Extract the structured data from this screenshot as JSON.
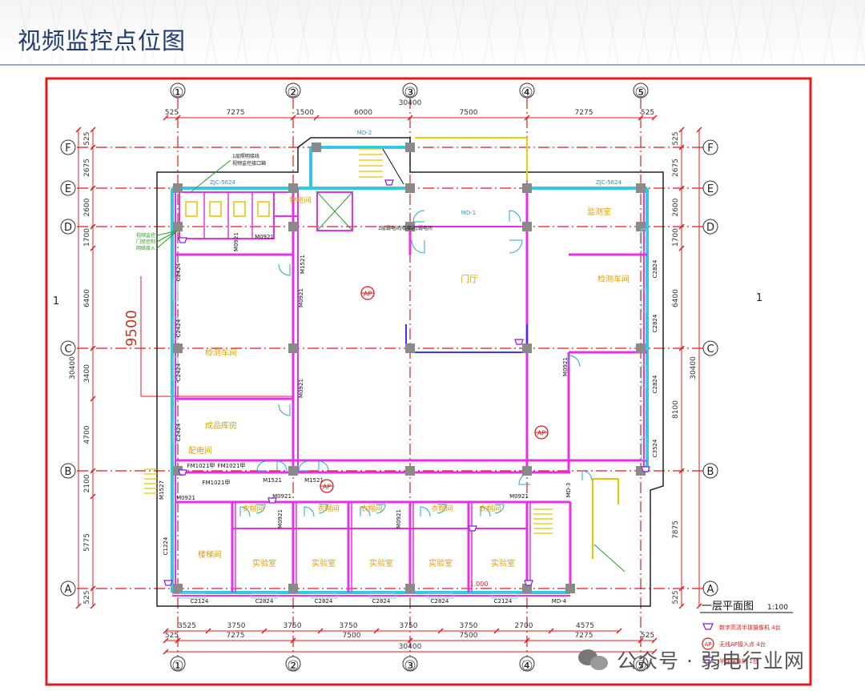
{
  "title": "视频监控点位图",
  "axes": {
    "top_numbers": [
      "①",
      "②",
      "③",
      "④",
      "⑤"
    ],
    "left_letters": [
      "F",
      "E",
      "D",
      "C",
      "B",
      "A"
    ],
    "side_label": "1"
  },
  "dims": {
    "top_overall": "30400",
    "top_segments": [
      "525",
      "7275",
      "1500",
      "6000",
      "7500",
      "7275",
      "525"
    ],
    "bottom_fine": [
      "3525",
      "3750",
      "3750",
      "3750",
      "3750",
      "3750",
      "2700",
      "4575"
    ],
    "bottom_mid": [
      "525",
      "7275",
      "7500",
      "7500",
      "7275",
      "525"
    ],
    "bottom_overall": "30400",
    "left_segments": [
      "525",
      "2675",
      "2600",
      "1700",
      "6400",
      "3400",
      "4700",
      "2100",
      "5775",
      "525"
    ],
    "left_total": "30400",
    "right_segments": [
      "525",
      "2675",
      "2600",
      "1700",
      "6400",
      "8100",
      "7875",
      "525"
    ],
    "right_total": "30400",
    "big_dim": "9500"
  },
  "rooms": {
    "wuyejian": "物电间",
    "mending": "门厅",
    "yandu": "监测室",
    "jiance_r": "检测车间",
    "jiance_l": "检测车间",
    "chengpin": "成品库房",
    "peidian": "配电间",
    "louti": "楼梯间",
    "yiguan": [
      "衣帽间",
      "衣帽间",
      "衣帽间",
      "衣帽间",
      "衣帽间"
    ],
    "shiyan": [
      "实验室",
      "实验室",
      "实验室",
      "实验室",
      "实验室"
    ]
  },
  "codes": {
    "top_windows": [
      "MD-2",
      "ZJC-5624",
      "ZJC-5624",
      "MD-1"
    ],
    "doors_top": [
      "M0921",
      "M0921",
      "M1521"
    ],
    "left_windows": [
      "C2424",
      "C2424",
      "C2424",
      "C2424"
    ],
    "right_windows": [
      "C2824",
      "C2824",
      "C2824",
      "C3524"
    ],
    "mid_doors": [
      "M0921",
      "M0921",
      "M1521",
      "M1521"
    ],
    "fm": [
      "FM1021甲",
      "FM1021甲",
      "FM1021甲"
    ],
    "lower": [
      "M1527",
      "M0921",
      "M0921",
      "M0921",
      "M0921",
      "M0921",
      "M0921",
      "C1224",
      "MD-3"
    ],
    "bottom_windows": [
      "C2124",
      "C2824",
      "C2824",
      "C2824",
      "C2824",
      "C2124",
      "MD-4"
    ],
    "level": "1.000"
  },
  "markers": {
    "ap": [
      "AP",
      "AP",
      "AP"
    ]
  },
  "notes": {
    "top_note1": "1层照明接线",
    "top_note2": "视频监控接口箱",
    "mid_note": "1层弱电间/楼梯间/弱电间",
    "legend_left": [
      "视频监控",
      "门禁控制",
      "网络接入"
    ]
  },
  "plan_label": {
    "name": "一层平面图",
    "scale": "1:100"
  },
  "legend": [
    {
      "symbol": "camera-symbol",
      "text": "数字高清半球摄像机    4台"
    },
    {
      "symbol": "ap-symbol",
      "text": "无线AP接入点    4台"
    },
    {
      "symbol": "camera-symbol",
      "text": "半球摄像机    1台"
    }
  ],
  "watermark": "公众号 · 弱电行业网",
  "colors": {
    "border": "#e01b1b",
    "axis": "#e01b1b",
    "wall_outer": "#e632e6",
    "wall_cyan": "#35c8e6",
    "column": "#8a8a8a",
    "room_text": "#e0a100",
    "code_text": "#111111",
    "title": "#1f3b6e"
  }
}
